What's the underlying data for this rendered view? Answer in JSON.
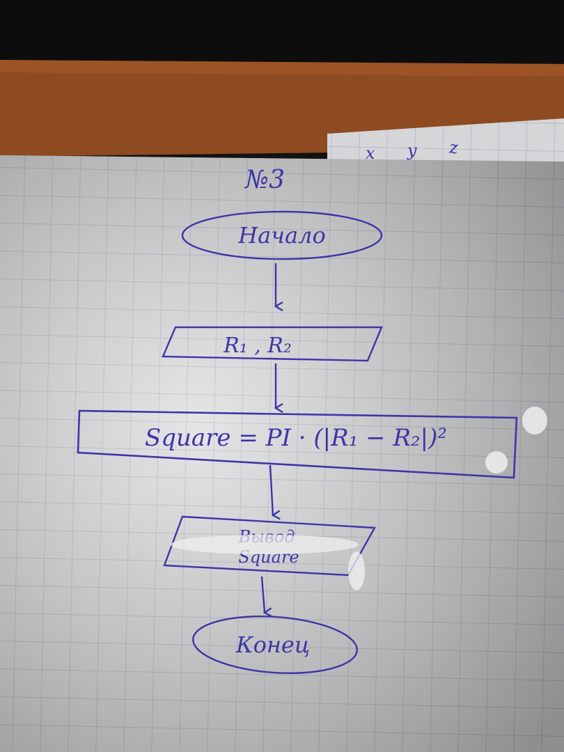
{
  "photo": {
    "subject": "handwritten flowchart on graph paper",
    "ink_color": "#3d35a8",
    "paper_color": "#dcdcde",
    "grid_color": "#aab4c3",
    "desk_color": "#8e4a20"
  },
  "back_sheet": {
    "labels": [
      "x",
      "y",
      "z"
    ]
  },
  "flowchart": {
    "task_number": "№3",
    "start": "Начало",
    "input": "R₁ , R₂",
    "process": "Square = PI · (|R₁ − R₂|)²",
    "output_line1": "Вывод",
    "output_line2": "Square",
    "end": "Конец"
  }
}
